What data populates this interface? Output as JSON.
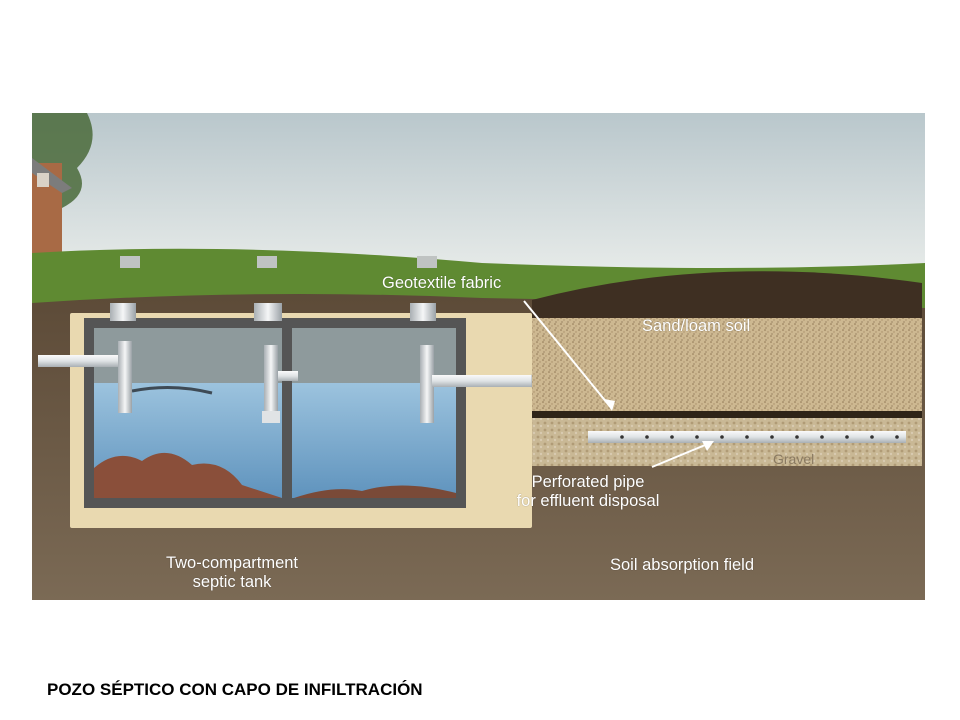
{
  "diagram": {
    "labels": {
      "geotextile": "Geotextile fabric",
      "sand_loam": "Sand/loam soil",
      "perforated_line1": "Perforated pipe",
      "perforated_line2": "for effluent disposal",
      "gravel": "Gravel",
      "tank_line1": "Two-compartment",
      "tank_line2": "septic tank",
      "absorption": "Soil absorption field"
    }
  },
  "caption": "POZO SÉPTICO CON CAPO DE INFILTRACIÓN",
  "colors": {
    "sky": "#d6dde0",
    "grass": "#5f8a32",
    "soil": "#6b5a45",
    "water": "#7faed0",
    "sand": "#e9d9b0",
    "pipe": "#e6e9ea"
  }
}
